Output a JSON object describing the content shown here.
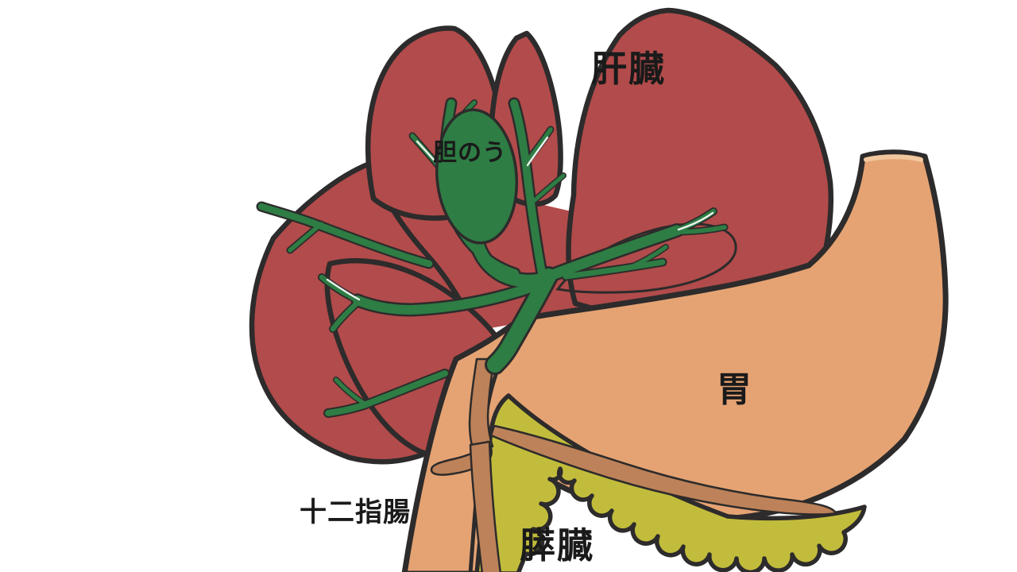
{
  "diagram": {
    "type": "digestive-system-anatomy-illustration",
    "labels": {
      "liver": "肝臓",
      "gallbladder": "胆のう",
      "stomach": "胃",
      "duodenum": "十二指腸",
      "pancreas": "膵臓"
    },
    "colors": {
      "liver": "#b24b4b",
      "bile": "#2e7d44",
      "stomach": "#e5a373",
      "pancreas": "#c2bc3c",
      "duct": "#bd8259",
      "outline": "#2d2b2b",
      "esophagus_opening": "#f2c79d",
      "ink": "#1a1a1a",
      "background": "#ffffff"
    }
  }
}
